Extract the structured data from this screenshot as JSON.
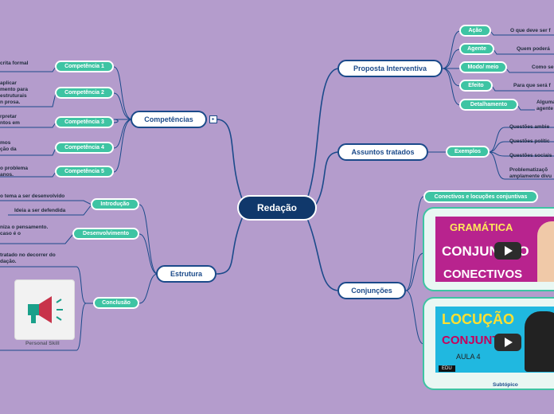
{
  "root": {
    "label": "Redação"
  },
  "main": {
    "proposta": "Proposta Interventiva",
    "assuntos": "Assuntos tratados",
    "conjuncoes": "Conjunções",
    "competencias": "Competências",
    "estrutura": "Estrutura"
  },
  "proposta_items": [
    {
      "label": "Ação",
      "leaf": "O que deve ser f"
    },
    {
      "label": "Agente",
      "leaf": "Quem poderá"
    },
    {
      "label": "Modo/ meio",
      "leaf": "Como se"
    },
    {
      "label": "Efeito",
      "leaf": "Para que será f"
    },
    {
      "label": "Detalhamento",
      "leaf1": "Alguma",
      "leaf2": "agente"
    }
  ],
  "assuntos_items": {
    "label": "Exemplos",
    "leaves": [
      "Questões ambie",
      "Questões polític",
      "Questões sociais",
      "Problematizaçõ",
      "amplamente divu"
    ]
  },
  "conjuncoes_items": {
    "label": "Conectivos e locuções conjuntivas",
    "video1": {
      "title1": "GRAMÁTICA",
      "title2": "CONJUNÇÃO",
      "title3": "CONECTIVOS"
    },
    "video2": {
      "title1": "LOCUÇÃO",
      "title2": "CONJUNTIVA",
      "title3": "AULA 4",
      "badge": "EDU",
      "caption": "Subtópico"
    }
  },
  "competencias_items": [
    {
      "label": "Competência 1",
      "leaf": [
        "crita formal"
      ]
    },
    {
      "label": "Competência 2",
      "leaf": [
        "aplicar",
        "mento para",
        "estruturais",
        "n prosa."
      ]
    },
    {
      "label": "Competência 3",
      "leaf": [
        "rpretar",
        "ntos em"
      ]
    },
    {
      "label": "Competência 4",
      "leaf": [
        "mos",
        "ção da"
      ]
    },
    {
      "label": "Competência 5",
      "leaf": [
        "o problema",
        "anos."
      ]
    }
  ],
  "estrutura_items": {
    "introducao": {
      "label": "Introdução",
      "leaves": [
        "o tema a ser desenvolvido",
        "Ideia a ser defendida"
      ]
    },
    "desenvolvimento": {
      "label": "Desenvolvimento",
      "leaves": [
        "niza o pensamento.",
        "caso é o"
      ]
    },
    "conclusao": {
      "label": "Conclusão",
      "leaves": [
        "tratado no decorrer do",
        "dação."
      ],
      "image_caption": "Personal Skill"
    }
  },
  "colors": {
    "background": "#b49ccc",
    "root": "#10386b",
    "main_border": "#1b4a8a",
    "sub": "#3ec4a3",
    "lines": "#1b4a8a"
  }
}
